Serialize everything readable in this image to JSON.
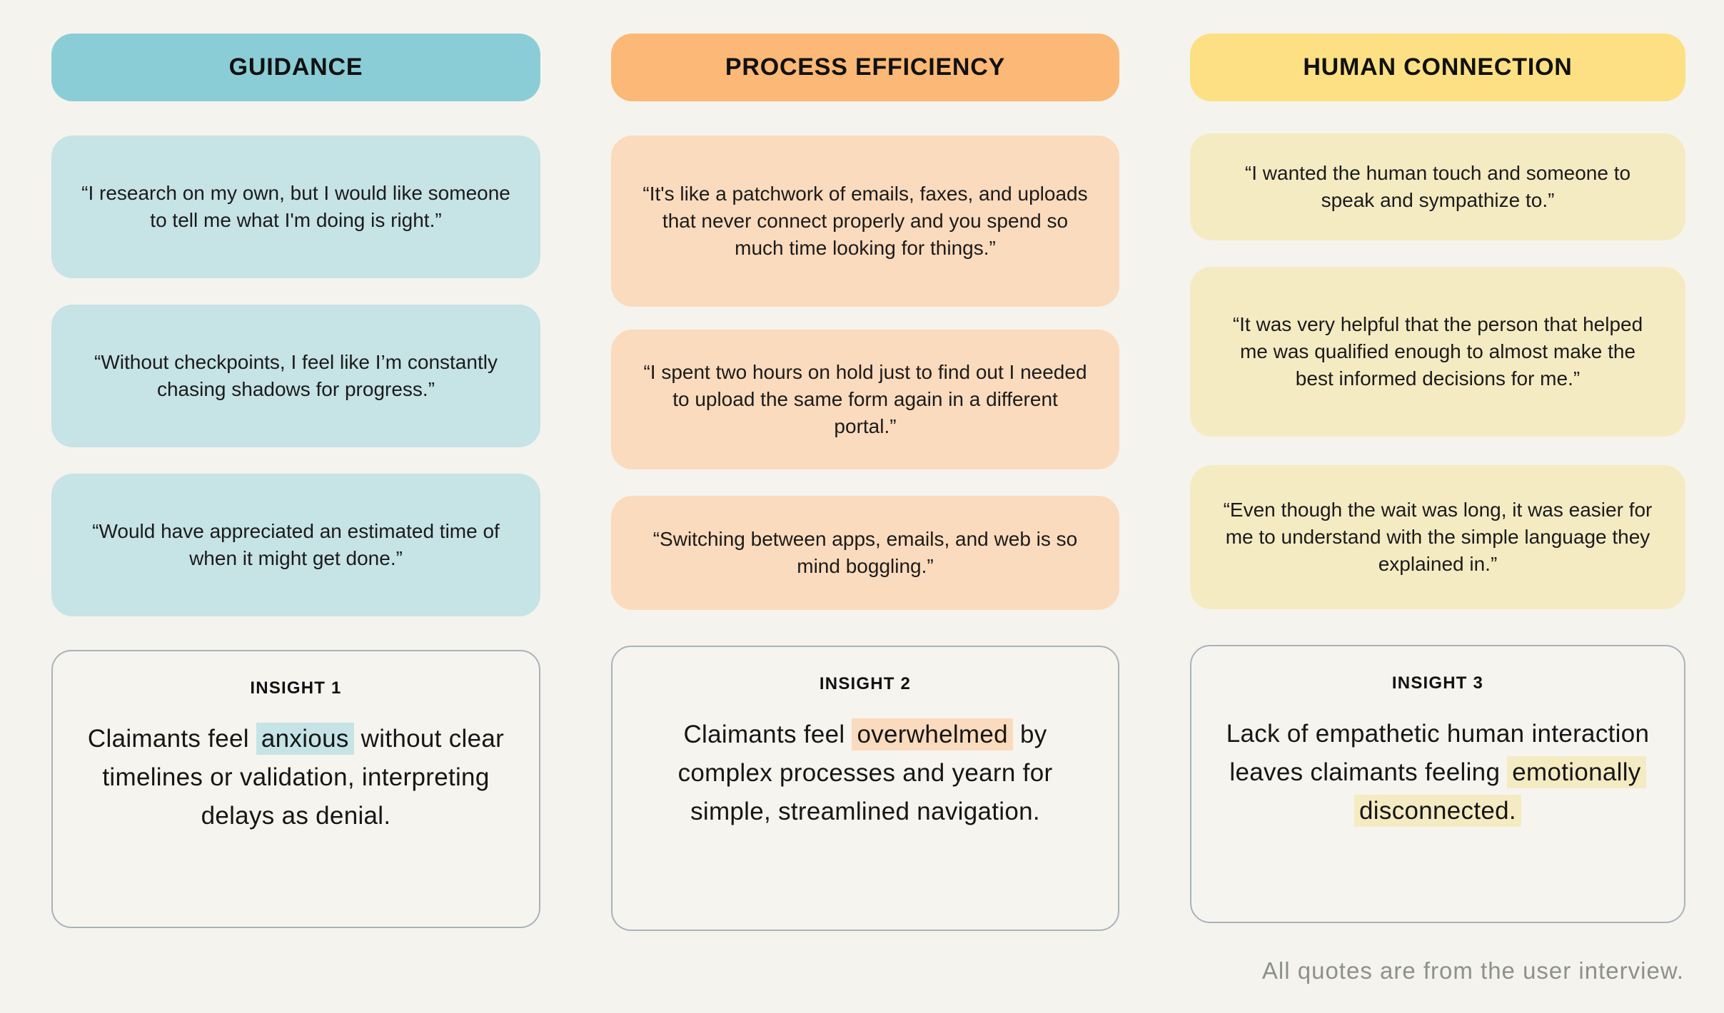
{
  "page": {
    "background": "#F5F3EE",
    "footer_note": "All quotes are from the user interview."
  },
  "columns": [
    {
      "id": "guidance",
      "header": "GUIDANCE",
      "header_color": "#8BCDD6",
      "card_color": "#C6E3E6",
      "quotes": [
        "“I research on my own, but I would like someone to tell me what I'm doing is right.”",
        "“Without checkpoints, I feel like I’m constantly chasing shadows for progress.”",
        "“Would have appreciated an estimated time of when it might get done.”"
      ],
      "insight": {
        "label": "INSIGHT 1",
        "before": "Claimants feel ",
        "highlight": "anxious",
        "highlight_color": "#C6E3E6",
        "after": " without clear timelines or validation, interpreting delays as denial."
      }
    },
    {
      "id": "process-efficiency",
      "header": "PROCESS EFFICIENCY",
      "header_color": "#FBB876",
      "card_color": "#FBDBBD",
      "quotes": [
        "“It's like a patchwork of emails, faxes, and uploads that never connect properly and you spend so much time looking for things.”",
        "“I spent two hours on hold just to find out I needed to upload the same form again in a different portal.”",
        "“Switching between apps, emails, and web is so mind boggling.”"
      ],
      "insight": {
        "label": "INSIGHT 2",
        "before": "Claimants feel ",
        "highlight": "overwhelmed",
        "highlight_color": "#FBDBBD",
        "after": " by complex processes and yearn for simple, streamlined navigation."
      }
    },
    {
      "id": "human-connection",
      "header": "HUMAN CONNECTION",
      "header_color": "#FCE083",
      "card_color": "#F5EBC3",
      "quotes": [
        "“I wanted the human touch and someone to speak and sympathize to.”",
        "“It was very helpful that the person that helped me was qualified enough to almost make the best informed decisions for me.”",
        "“Even though the wait was long, it was easier for me to understand with the simple language they explained in.”"
      ],
      "insight": {
        "label": "INSIGHT 3",
        "before": "Lack of empathetic human interaction leaves claimants feeling ",
        "highlight": "emotionally disconnected.",
        "highlight_color": "#F5EBC3",
        "after": ""
      }
    }
  ]
}
